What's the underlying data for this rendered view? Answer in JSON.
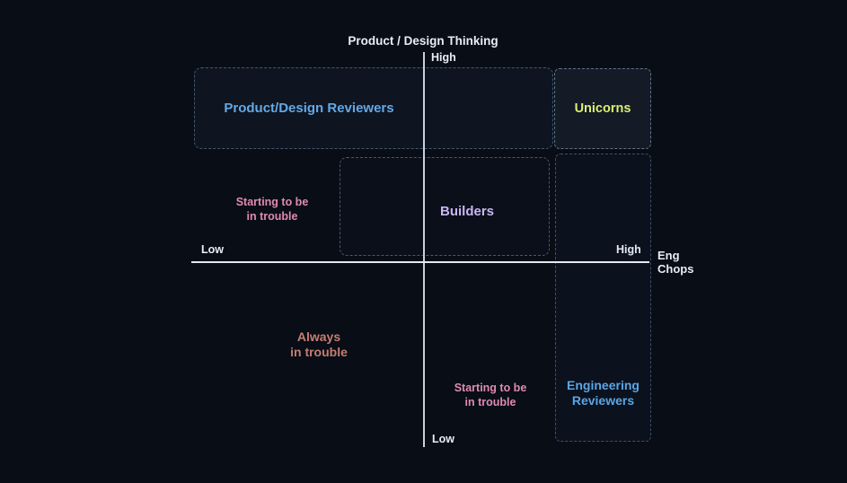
{
  "diagram": {
    "background_color": "#080d16",
    "axis_line_color": "#d9e1ea",
    "axes": {
      "y": {
        "title": "Product / Design Thinking",
        "high": "High",
        "low": "Low"
      },
      "x": {
        "title": "Eng\nChops",
        "low": "Low",
        "high": "High"
      }
    },
    "boxes": [
      {
        "id": "product-design-reviewers",
        "label": "Product/Design Reviewers",
        "text_color": "#63a9e6",
        "border_color": "#44566f",
        "quadrant": "high-thinking-low-chops"
      },
      {
        "id": "unicorns",
        "label": "Unicorns",
        "text_color": "#dcee71",
        "border_color": "#5e7486",
        "quadrant": "high-thinking-high-chops"
      },
      {
        "id": "builders",
        "label": "Builders",
        "text_color": "#c9b6f2",
        "border_color": "#565169",
        "quadrant": "center"
      },
      {
        "id": "engineering-reviewers",
        "label": "Engineering\nReviewers",
        "text_color": "#5aa6e6",
        "border_color": "#3f5066",
        "quadrant": "high-chops-column"
      }
    ],
    "annotations": [
      {
        "id": "trouble-left",
        "text": "Starting to be\nin trouble",
        "color": "#e08ab4"
      },
      {
        "id": "always-trouble",
        "text": "Always\nin trouble",
        "color": "#c57e71"
      },
      {
        "id": "trouble-bottom",
        "text": "Starting to be\nin trouble",
        "color": "#e08ab4"
      }
    ]
  }
}
